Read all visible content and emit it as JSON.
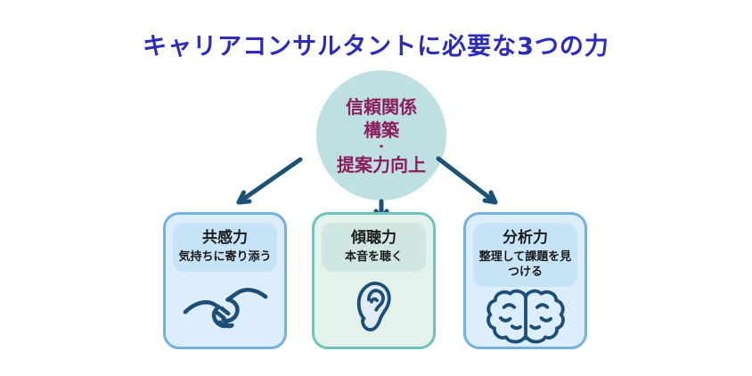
{
  "title": {
    "text": "キャリアコンサルタントに必要な3つの力",
    "color": "#2b2bbe"
  },
  "center_circle": {
    "lines": [
      "信頼関係",
      "構築",
      "・",
      "提案力向上"
    ],
    "bg_color": "#bfe0e3",
    "text_color": "#8b1e5c"
  },
  "arrows": {
    "color": "#1c5276",
    "count": 3,
    "direction": "from circle down to each card"
  },
  "cards": [
    {
      "title": "共感力",
      "subtitle": "気持ちに寄り添う",
      "icon": "handshake-icon",
      "bg_color": "#dceefb",
      "border_color": "#74b0e0",
      "label_bg_color": "#c7e3f8"
    },
    {
      "title": "傾聴力",
      "subtitle": "本音を聴く",
      "icon": "ear-icon",
      "bg_color": "#e4f2ec",
      "border_color": "#6fc2bd",
      "label_bg_color": "#cfe6e2"
    },
    {
      "title": "分析力",
      "subtitle": "整理して課題を見つける",
      "icon": "brain-icon",
      "bg_color": "#dceefb",
      "border_color": "#74b0e0",
      "label_bg_color": "#c7e3f8"
    }
  ],
  "icon_style": {
    "stroke_color": "#1d4e78",
    "ear_fill": "#e1ecf8"
  }
}
